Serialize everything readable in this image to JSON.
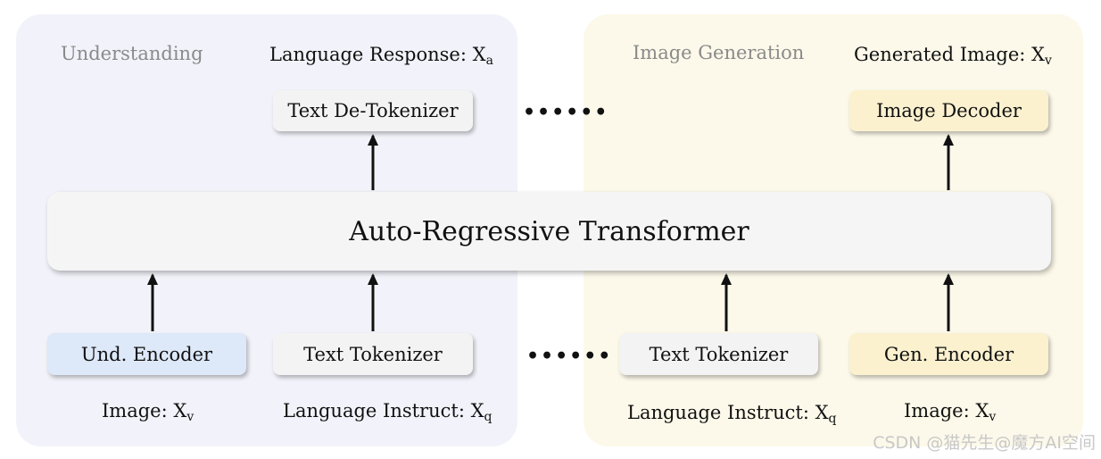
{
  "sections": {
    "understanding": "Understanding",
    "generation": "Image Generation"
  },
  "outputs": {
    "language_response_text": "Language Response: X",
    "language_response_sub": "a",
    "generated_image_text": "Generated Image: X",
    "generated_image_sub": "v"
  },
  "boxes": {
    "text_detokenizer": "Text De-Tokenizer",
    "image_decoder": "Image Decoder",
    "transformer": "Auto-Regressive Transformer",
    "und_encoder": "Und. Encoder",
    "text_tokenizer_left": "Text Tokenizer",
    "text_tokenizer_right": "Text Tokenizer",
    "gen_encoder": "Gen. Encoder"
  },
  "inputs": {
    "image_left_text": "Image: X",
    "image_left_sub": "v",
    "instruct_left_text": "Language Instruct: X",
    "instruct_left_sub": "q",
    "instruct_right_text": "Language Instruct: X",
    "instruct_right_sub": "q",
    "image_right_text": "Image: X",
    "image_right_sub": "v"
  },
  "ellipsis": "••••••",
  "watermark": "CSDN @猫先生@魔方AI空间",
  "colors": {
    "understanding_panel": "#f2f3fa",
    "generation_panel": "#fcf9ea",
    "und_encoder_box": "#dde8f8",
    "gen_box": "#fbf1cf",
    "neutral_box": "#f3f3f3"
  }
}
